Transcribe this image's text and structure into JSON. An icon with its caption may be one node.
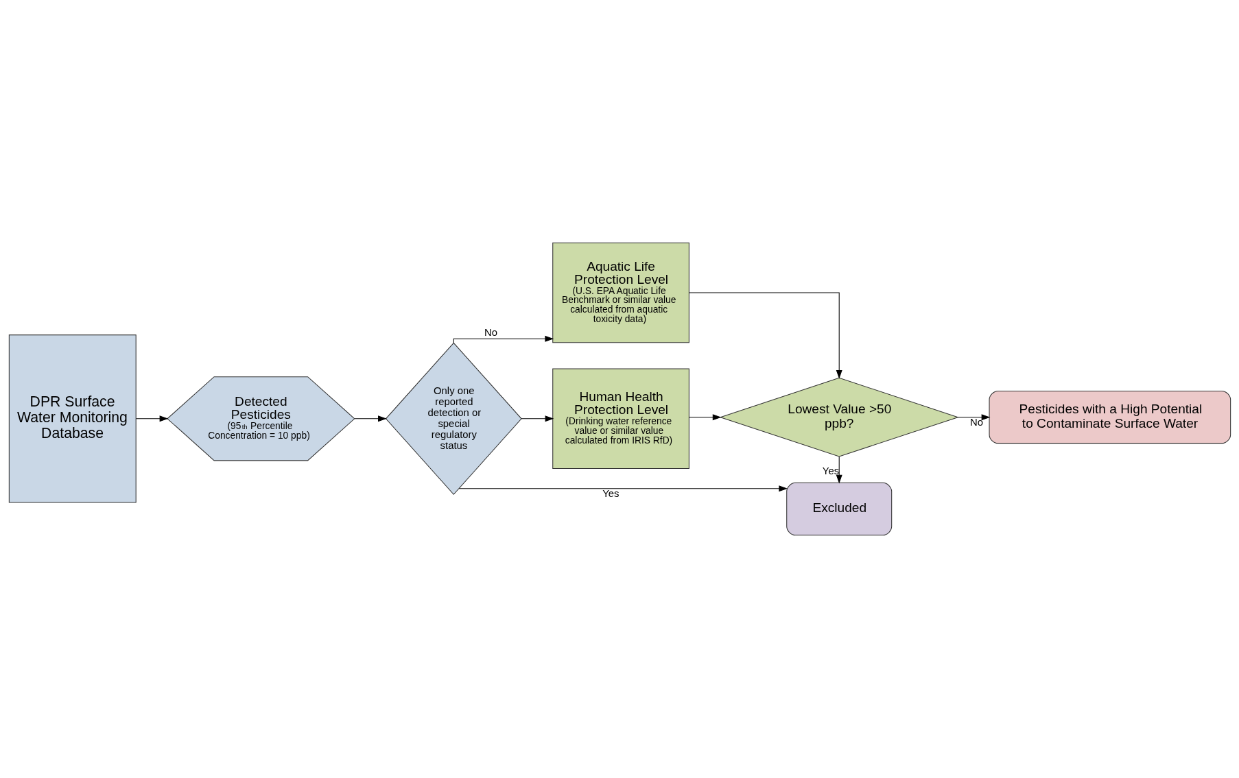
{
  "diagram": {
    "nodes": [
      {
        "text": [
          "DPR Surface Water Monitoring Database"
        ]
      },
      {
        "text": [
          "Detected Pesticides",
          "(95$^{th}$ Percentile Concentration = 10 ppb)"
        ]
      },
      {
        "text": [
          "Only one reported detection or special regulatory status"
        ]
      },
      {
        "text": [
          "Aquatic Life Protection Level",
          "(U.S. EPA Aquatic Life Benchmark or similar value calculated from aquatic toxicity data)"
        ]
      },
      {
        "text": [
          "Human Health Protection Level",
          "(Drinking water reference value or similar value calculated from IRIS RfD)"
        ]
      },
      {
        "text": [
          "Lowest Value >50 ppb?"
        ]
      },
      {
        "text": [
          "Excluded"
        ]
      },
      {
        "text": [
          "Pesticides with a High Potential to Contaminate Surface Water"
        ]
      }
    ],
    "edges": [
      {
        "from": 0,
        "to": 1,
        "arrow": "to"
      },
      {
        "from": 1,
        "to": 2,
        "arrow": "to"
      },
      {
        "from": 2,
        "to": 3,
        "arrow": "to",
        "label": "No"
      },
      {
        "from": 2,
        "to": 4,
        "arrow": "to"
      },
      {
        "from": 3,
        "to": 5,
        "arrow": "to"
      },
      {
        "from": 4,
        "to": 5,
        "arrow": "to"
      },
      {
        "from": 2,
        "to": 6,
        "arrow": "to",
        "label": "Yes"
      },
      {
        "from": 5,
        "to": 6,
        "arrow": "to",
        "label": "Yes"
      },
      {
        "from": 5,
        "to": 7,
        "arrow": "to",
        "label": "No"
      }
    ]
  }
}
